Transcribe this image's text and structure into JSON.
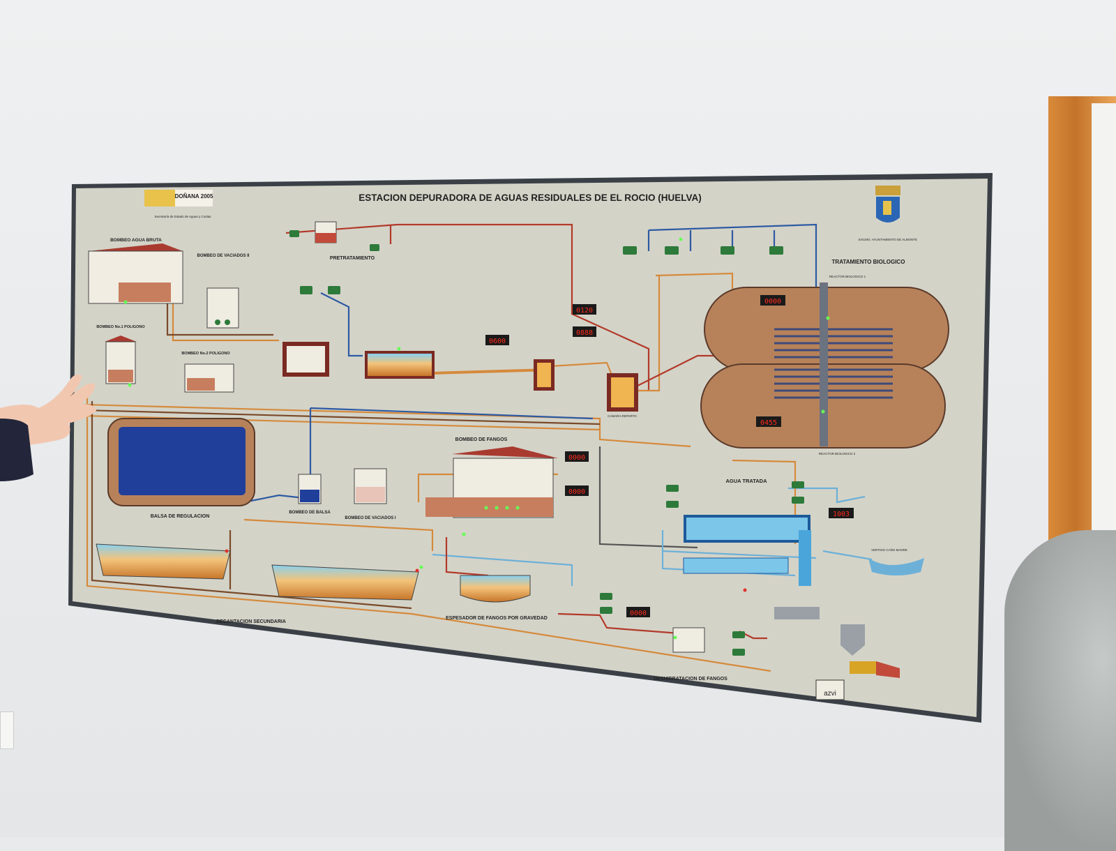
{
  "title": "ESTACION DEPURADORA DE AGUAS RESIDUALES DE EL ROCIO (HUELVA)",
  "logo_left_text": "DOÑANA 2005",
  "logo_left_sub": "Secretaría de Estado de Aguas y Costas",
  "logo_right_text": "EXCMO. AYUNTAMIENTO DE ALMONTE",
  "sections": {
    "bombeo_agua_bruta": "BOMBEO AGUA BRUTA",
    "bombeo_vaciados_ii": "BOMBEO DE VACIADOS II",
    "pretratamiento": "PRETRATAMIENTO",
    "bombeo_no1": "BOMBEO No.1 POLIGONO",
    "bombeo_no2": "BOMBEO No.2 POLIGONO",
    "tratamiento_biologico": "TRATAMIENTO BIOLOGICO",
    "balsa_regulacion": "BALSA DE REGULACION",
    "bombeo_balsa": "BOMBEO DE BALSA",
    "bombeo_vaciados_i": "BOMBEO DE VACIADOS I",
    "bombeo_fangos": "BOMBEO DE FANGOS",
    "agua_tratada": "AGUA TRATADA",
    "decantacion_secundaria": "DECANTACION SECUNDARIA",
    "espesador": "ESPESADOR DE FANGOS POR GRAVEDAD",
    "deshidratacion": "DESHIDRATACION DE FANGOS",
    "camara_reparto": "CAMARA REPARTO",
    "reactor_biologico_2": "REACTOR BIOLOGICO 2",
    "reactor_biologico_1": "REACTOR BIOLOGICO 1",
    "vertido": "VERTIDO CAÑO MADRE"
  },
  "displays": {
    "d1": "0120",
    "d2": "0888",
    "d3": "0600",
    "d4": "0000",
    "d5": "0000",
    "d6": "0455",
    "d7": "0000",
    "d8": "1003",
    "d9": "0000"
  },
  "footer_logo": "azvi",
  "colors": {
    "panel": "#d4d3c8",
    "frame": "#3b4047",
    "pipe_orange": "#d58a3c",
    "pipe_blue": "#2d5aa3",
    "pipe_brown": "#7a4a2a",
    "pipe_red": "#b23a2a",
    "reactor": "#b7825a",
    "display_red": "#ff2b1c",
    "balsa_blue": "#1f3f9a"
  }
}
